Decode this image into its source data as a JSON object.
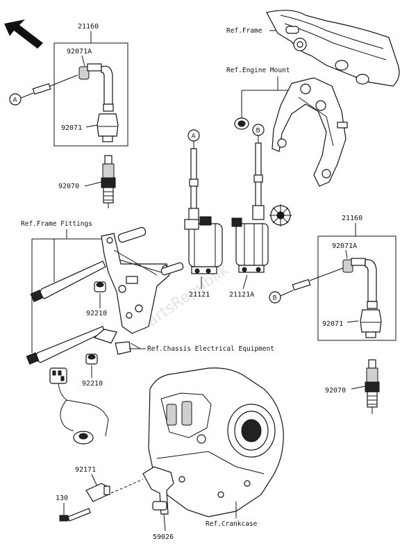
{
  "watermark": "PartsRepublik",
  "parts": {
    "p21160_top": "21160",
    "p92071A_top": "92071A",
    "p92071_top": "92071",
    "p92070_top": "92070",
    "p21121": "21121",
    "p21121A": "21121A",
    "p21160_right": "21160",
    "p92071A_right": "92071A",
    "p92071_right": "92071",
    "p92070_right": "92070",
    "p92210_a": "92210",
    "p92210_b": "92210",
    "p92171": "92171",
    "p130": "130",
    "p59026": "59026"
  },
  "refs": {
    "frame": "Ref.Frame",
    "engine_mount": "Ref.Engine Mount",
    "frame_fittings": "Ref.Frame Fittings",
    "chassis": "Ref.Chassis Electrical Equipment",
    "crankcase": "Ref.Crankcase"
  },
  "markers": {
    "a1": "A",
    "a2": "A",
    "b1": "B",
    "b2": "B"
  },
  "icons": [
    "direction-arrow-icon",
    "gear-logo-icon"
  ]
}
